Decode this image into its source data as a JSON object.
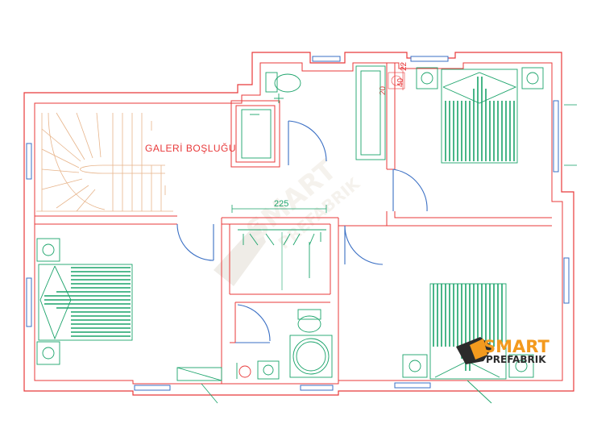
{
  "labels": {
    "galeri": "GALERİ BOŞLUĞU",
    "dim_corridor": "225",
    "dim_small_1": "20",
    "dim_small_2": "40",
    "dim_small_3": "22"
  },
  "logo": {
    "line1": "SMART",
    "line2": "PREFABRIK"
  },
  "watermark": {
    "line1": "SMART",
    "line2": "PREFABRIK"
  },
  "colors": {
    "wall": "#e8393a",
    "fixture": "#1aa36a",
    "door": "#3a6fc4",
    "window": "#3a6fc4",
    "stair": "#e7b48a",
    "logo_orange": "#f39a1e",
    "logo_dark": "#2b2b2b",
    "watermark": "#e6e1d8"
  }
}
